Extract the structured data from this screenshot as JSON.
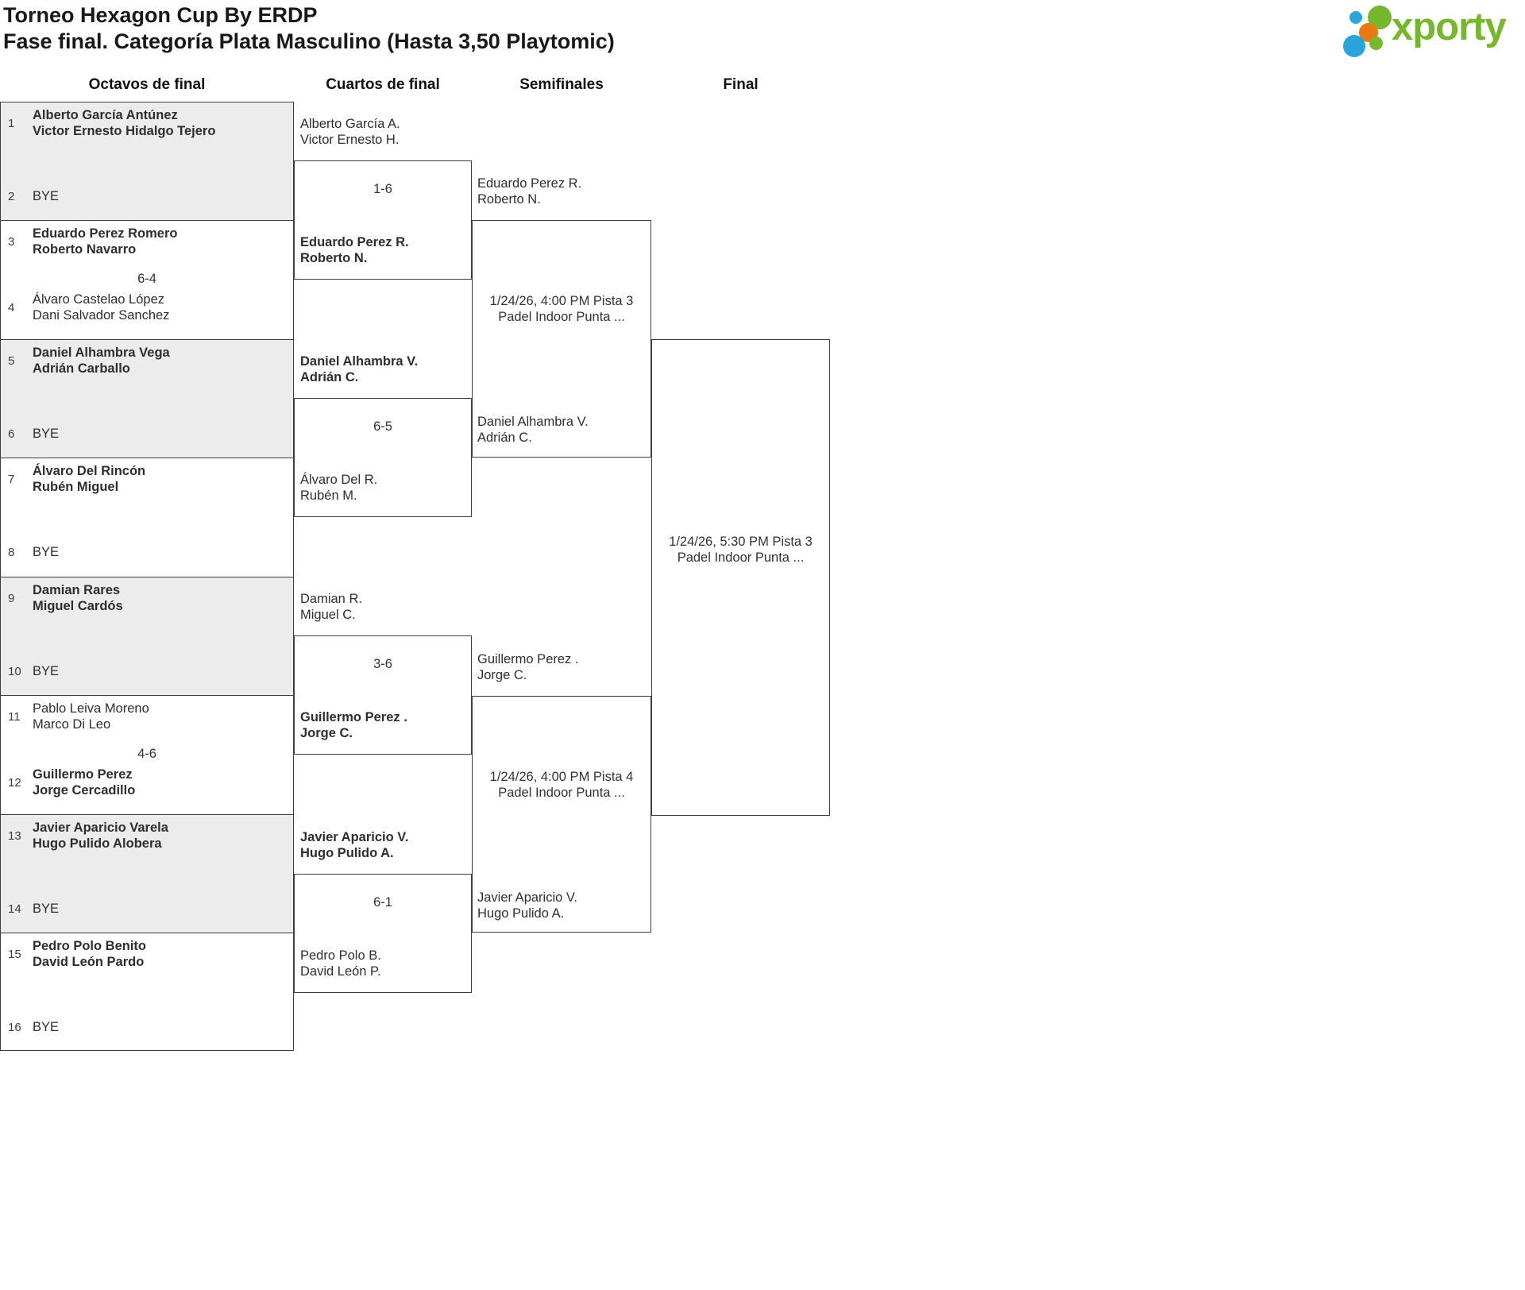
{
  "tournament": {
    "title": "Torneo Hexagon Cup By ERDP",
    "subtitle": "Fase final. Categoría Plata Masculino (Hasta 3,50 Playtomic)"
  },
  "logo": {
    "brand": "xporty",
    "green": "#76b72e",
    "blue": "#29a5dc",
    "orange": "#e87a10"
  },
  "colors": {
    "shaded_row": "#ececec",
    "border": "#3d3d3d"
  },
  "round_headers": [
    "Octavos de final",
    "Cuartos de final",
    "Semifinales",
    "Final"
  ],
  "round16": [
    {
      "top": {
        "seed": "1",
        "name1": "Alberto García Antúnez",
        "name2": "Victor Ernesto Hidalgo Tejero"
      },
      "bottom": {
        "seed": "2",
        "name1": "BYE"
      },
      "score": ""
    },
    {
      "top": {
        "seed": "3",
        "name1": "Eduardo Perez Romero",
        "name2": "Roberto Navarro"
      },
      "bottom": {
        "seed": "4",
        "name1": "Álvaro Castelao López",
        "name2": "Dani Salvador Sanchez"
      },
      "score": "6-4"
    },
    {
      "top": {
        "seed": "5",
        "name1": "Daniel Alhambra Vega",
        "name2": "Adrián Carballo"
      },
      "bottom": {
        "seed": "6",
        "name1": "BYE"
      },
      "score": ""
    },
    {
      "top": {
        "seed": "7",
        "name1": "Álvaro Del Rincón",
        "name2": "Rubén Miguel"
      },
      "bottom": {
        "seed": "8",
        "name1": "BYE"
      },
      "score": ""
    },
    {
      "top": {
        "seed": "9",
        "name1": "Damian Rares",
        "name2": "Miguel Cardós"
      },
      "bottom": {
        "seed": "10",
        "name1": "BYE"
      },
      "score": ""
    },
    {
      "top": {
        "seed": "11",
        "name1": "Pablo Leiva Moreno",
        "name2": "Marco Di Leo"
      },
      "bottom": {
        "seed": "12",
        "name1": "Guillermo Perez",
        "name2": "Jorge Cercadillo"
      },
      "score": "4-6"
    },
    {
      "top": {
        "seed": "13",
        "name1": "Javier Aparicio Varela",
        "name2": "Hugo Pulido Alobera"
      },
      "bottom": {
        "seed": "14",
        "name1": "BYE"
      },
      "score": ""
    },
    {
      "top": {
        "seed": "15",
        "name1": "Pedro Polo Benito",
        "name2": "David León Pardo"
      },
      "bottom": {
        "seed": "16",
        "name1": "BYE"
      },
      "score": ""
    }
  ],
  "quarterfinals": [
    {
      "team1": {
        "name1": "Alberto García A.",
        "name2": "Victor Ernesto H."
      },
      "score": "1-6",
      "team2": {
        "name1": "Eduardo Perez R.",
        "name2": "Roberto N."
      }
    },
    {
      "team1": {
        "name1": "Daniel Alhambra V.",
        "name2": "Adrián C."
      },
      "score": "6-5",
      "team2": {
        "name1": "Álvaro Del R.",
        "name2": "Rubén M."
      }
    },
    {
      "team1": {
        "name1": "Damian R.",
        "name2": "Miguel C."
      },
      "score": "3-6",
      "team2": {
        "name1": "Guillermo Perez .",
        "name2": "Jorge C."
      }
    },
    {
      "team1": {
        "name1": "Javier Aparicio V.",
        "name2": "Hugo Pulido A."
      },
      "score": "6-1",
      "team2": {
        "name1": "Pedro Polo B.",
        "name2": "David León P."
      }
    }
  ],
  "semifinals": [
    {
      "team1": {
        "name1": "Eduardo Perez R.",
        "name2": "Roberto N."
      },
      "schedule1": "1/24/26, 4:00 PM Pista 3",
      "schedule2": "Padel Indoor Punta ...",
      "team2": {
        "name1": "Daniel Alhambra V.",
        "name2": "Adrián C."
      }
    },
    {
      "team1": {
        "name1": "Guillermo Perez .",
        "name2": "Jorge C."
      },
      "schedule1": "1/24/26, 4:00 PM Pista 4",
      "schedule2": "Padel Indoor Punta ...",
      "team2": {
        "name1": "Javier Aparicio V.",
        "name2": "Hugo Pulido A."
      }
    }
  ],
  "final": {
    "schedule1": "1/24/26, 5:30 PM Pista 3",
    "schedule2": "Padel Indoor Punta ..."
  }
}
